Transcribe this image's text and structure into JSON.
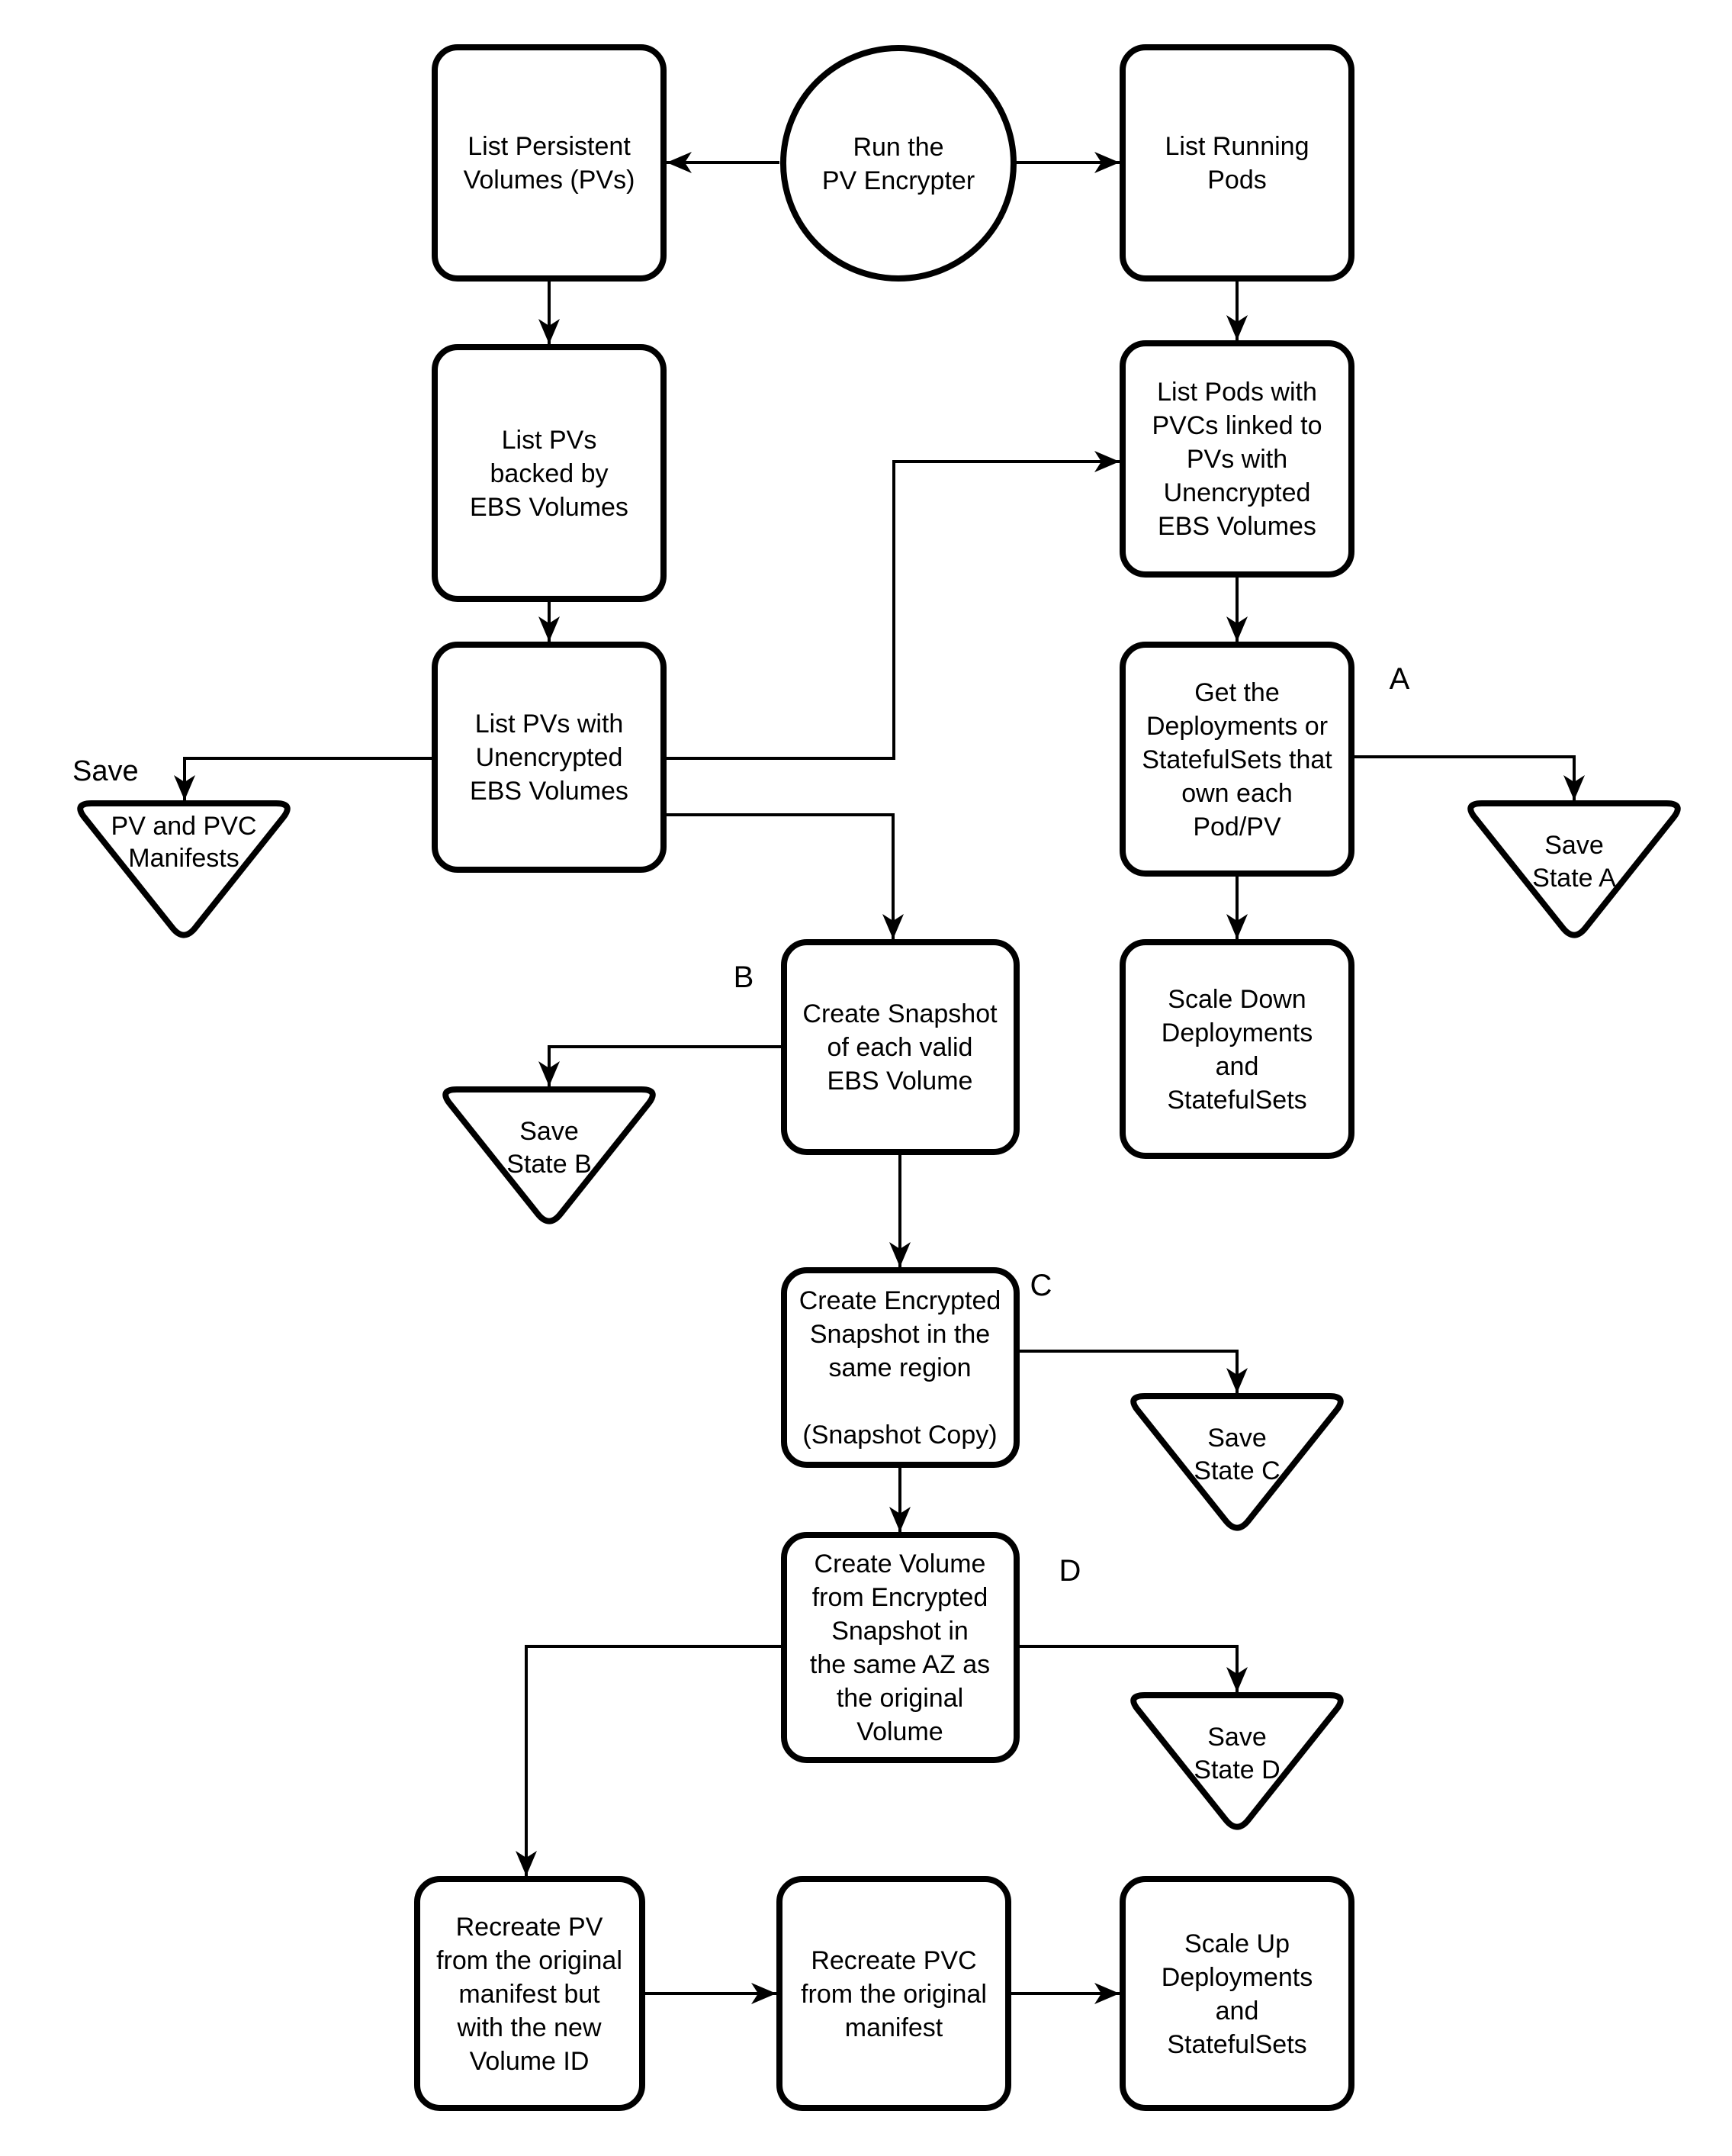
{
  "diagram": {
    "title": "PV Encrypter flowchart",
    "colors": {
      "background": "#ffffff",
      "line": "#000000",
      "text": "#000000"
    },
    "nodes": {
      "run_encrypter": {
        "shape": "circle",
        "label_lines": [
          "Run the",
          "PV Encrypter"
        ]
      },
      "list_pv": {
        "shape": "rect",
        "label_lines": [
          "List Persistent",
          "Volumes (PVs)"
        ]
      },
      "list_pods": {
        "shape": "rect",
        "label_lines": [
          "List Running",
          "Pods"
        ]
      },
      "pv_ebs": {
        "shape": "rect",
        "label_lines": [
          "List PVs",
          "backed by",
          "EBS Volumes"
        ]
      },
      "pods_pvc": {
        "shape": "rect",
        "label_lines": [
          "List Pods with",
          "PVCs linked to",
          "PVs with",
          "Unencrypted",
          "EBS Volumes"
        ]
      },
      "pv_unencrypted": {
        "shape": "rect",
        "label_lines": [
          "List PVs with",
          "Unencrypted",
          "EBS Volumes"
        ]
      },
      "get_owners": {
        "shape": "rect",
        "label_lines": [
          "Get the",
          "Deployments or",
          "StatefulSets that",
          "own each",
          "Pod/PV"
        ]
      },
      "scale_down": {
        "shape": "rect",
        "label_lines": [
          "Scale Down",
          "Deployments",
          "and",
          "StatefulSets"
        ]
      },
      "create_snapshot": {
        "shape": "rect",
        "label_lines": [
          "Create Snapshot",
          "of each valid",
          "EBS Volume"
        ]
      },
      "create_encrypted_snapshot": {
        "shape": "rect",
        "label_lines": [
          "Create Encrypted",
          "Snapshot in the",
          "same region",
          "",
          "(Snapshot Copy)"
        ]
      },
      "create_volume": {
        "shape": "rect",
        "label_lines": [
          "Create Volume",
          "from Encrypted",
          "Snapshot in",
          "the same AZ as",
          "the original",
          "Volume"
        ]
      },
      "recreate_pv": {
        "shape": "rect",
        "label_lines": [
          "Recreate PV",
          "from the original",
          "manifest but",
          "with the new",
          "Volume ID"
        ]
      },
      "recreate_pvc": {
        "shape": "rect",
        "label_lines": [
          "Recreate PVC",
          "from the original",
          "manifest"
        ]
      },
      "scale_up": {
        "shape": "rect",
        "label_lines": [
          "Scale Up",
          "Deployments",
          "and",
          "StatefulSets"
        ]
      },
      "manifests_store": {
        "shape": "triangle",
        "label_lines": [
          "PV and PVC",
          "Manifests"
        ]
      },
      "save_state_a": {
        "shape": "triangle",
        "label_lines": [
          "Save",
          "State A"
        ]
      },
      "save_state_b": {
        "shape": "triangle",
        "label_lines": [
          "Save",
          "State B"
        ]
      },
      "save_state_c": {
        "shape": "triangle",
        "label_lines": [
          "Save",
          "State C"
        ]
      },
      "save_state_d": {
        "shape": "triangle",
        "label_lines": [
          "Save",
          "State D"
        ]
      }
    },
    "annotations": {
      "save_label": "Save",
      "marker_a": "A",
      "marker_b": "B",
      "marker_c": "C",
      "marker_d": "D"
    }
  }
}
